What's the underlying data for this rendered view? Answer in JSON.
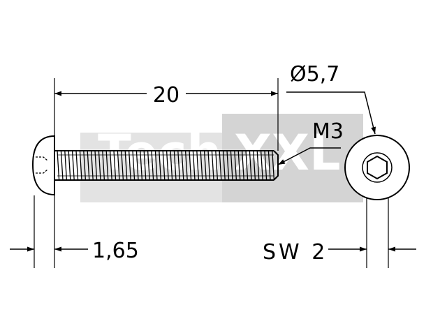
{
  "watermark": {
    "text_left": "Tech",
    "text_right": "XXL"
  },
  "dimensions": {
    "length": "20",
    "head_diameter": "Ø5,7",
    "thread": "M3",
    "head_height": "1,65",
    "hex_drive": "SW 2"
  },
  "colors": {
    "line": "#000000",
    "watermark_light": "#e3e3e3",
    "watermark_dark": "#d4d4d4"
  }
}
